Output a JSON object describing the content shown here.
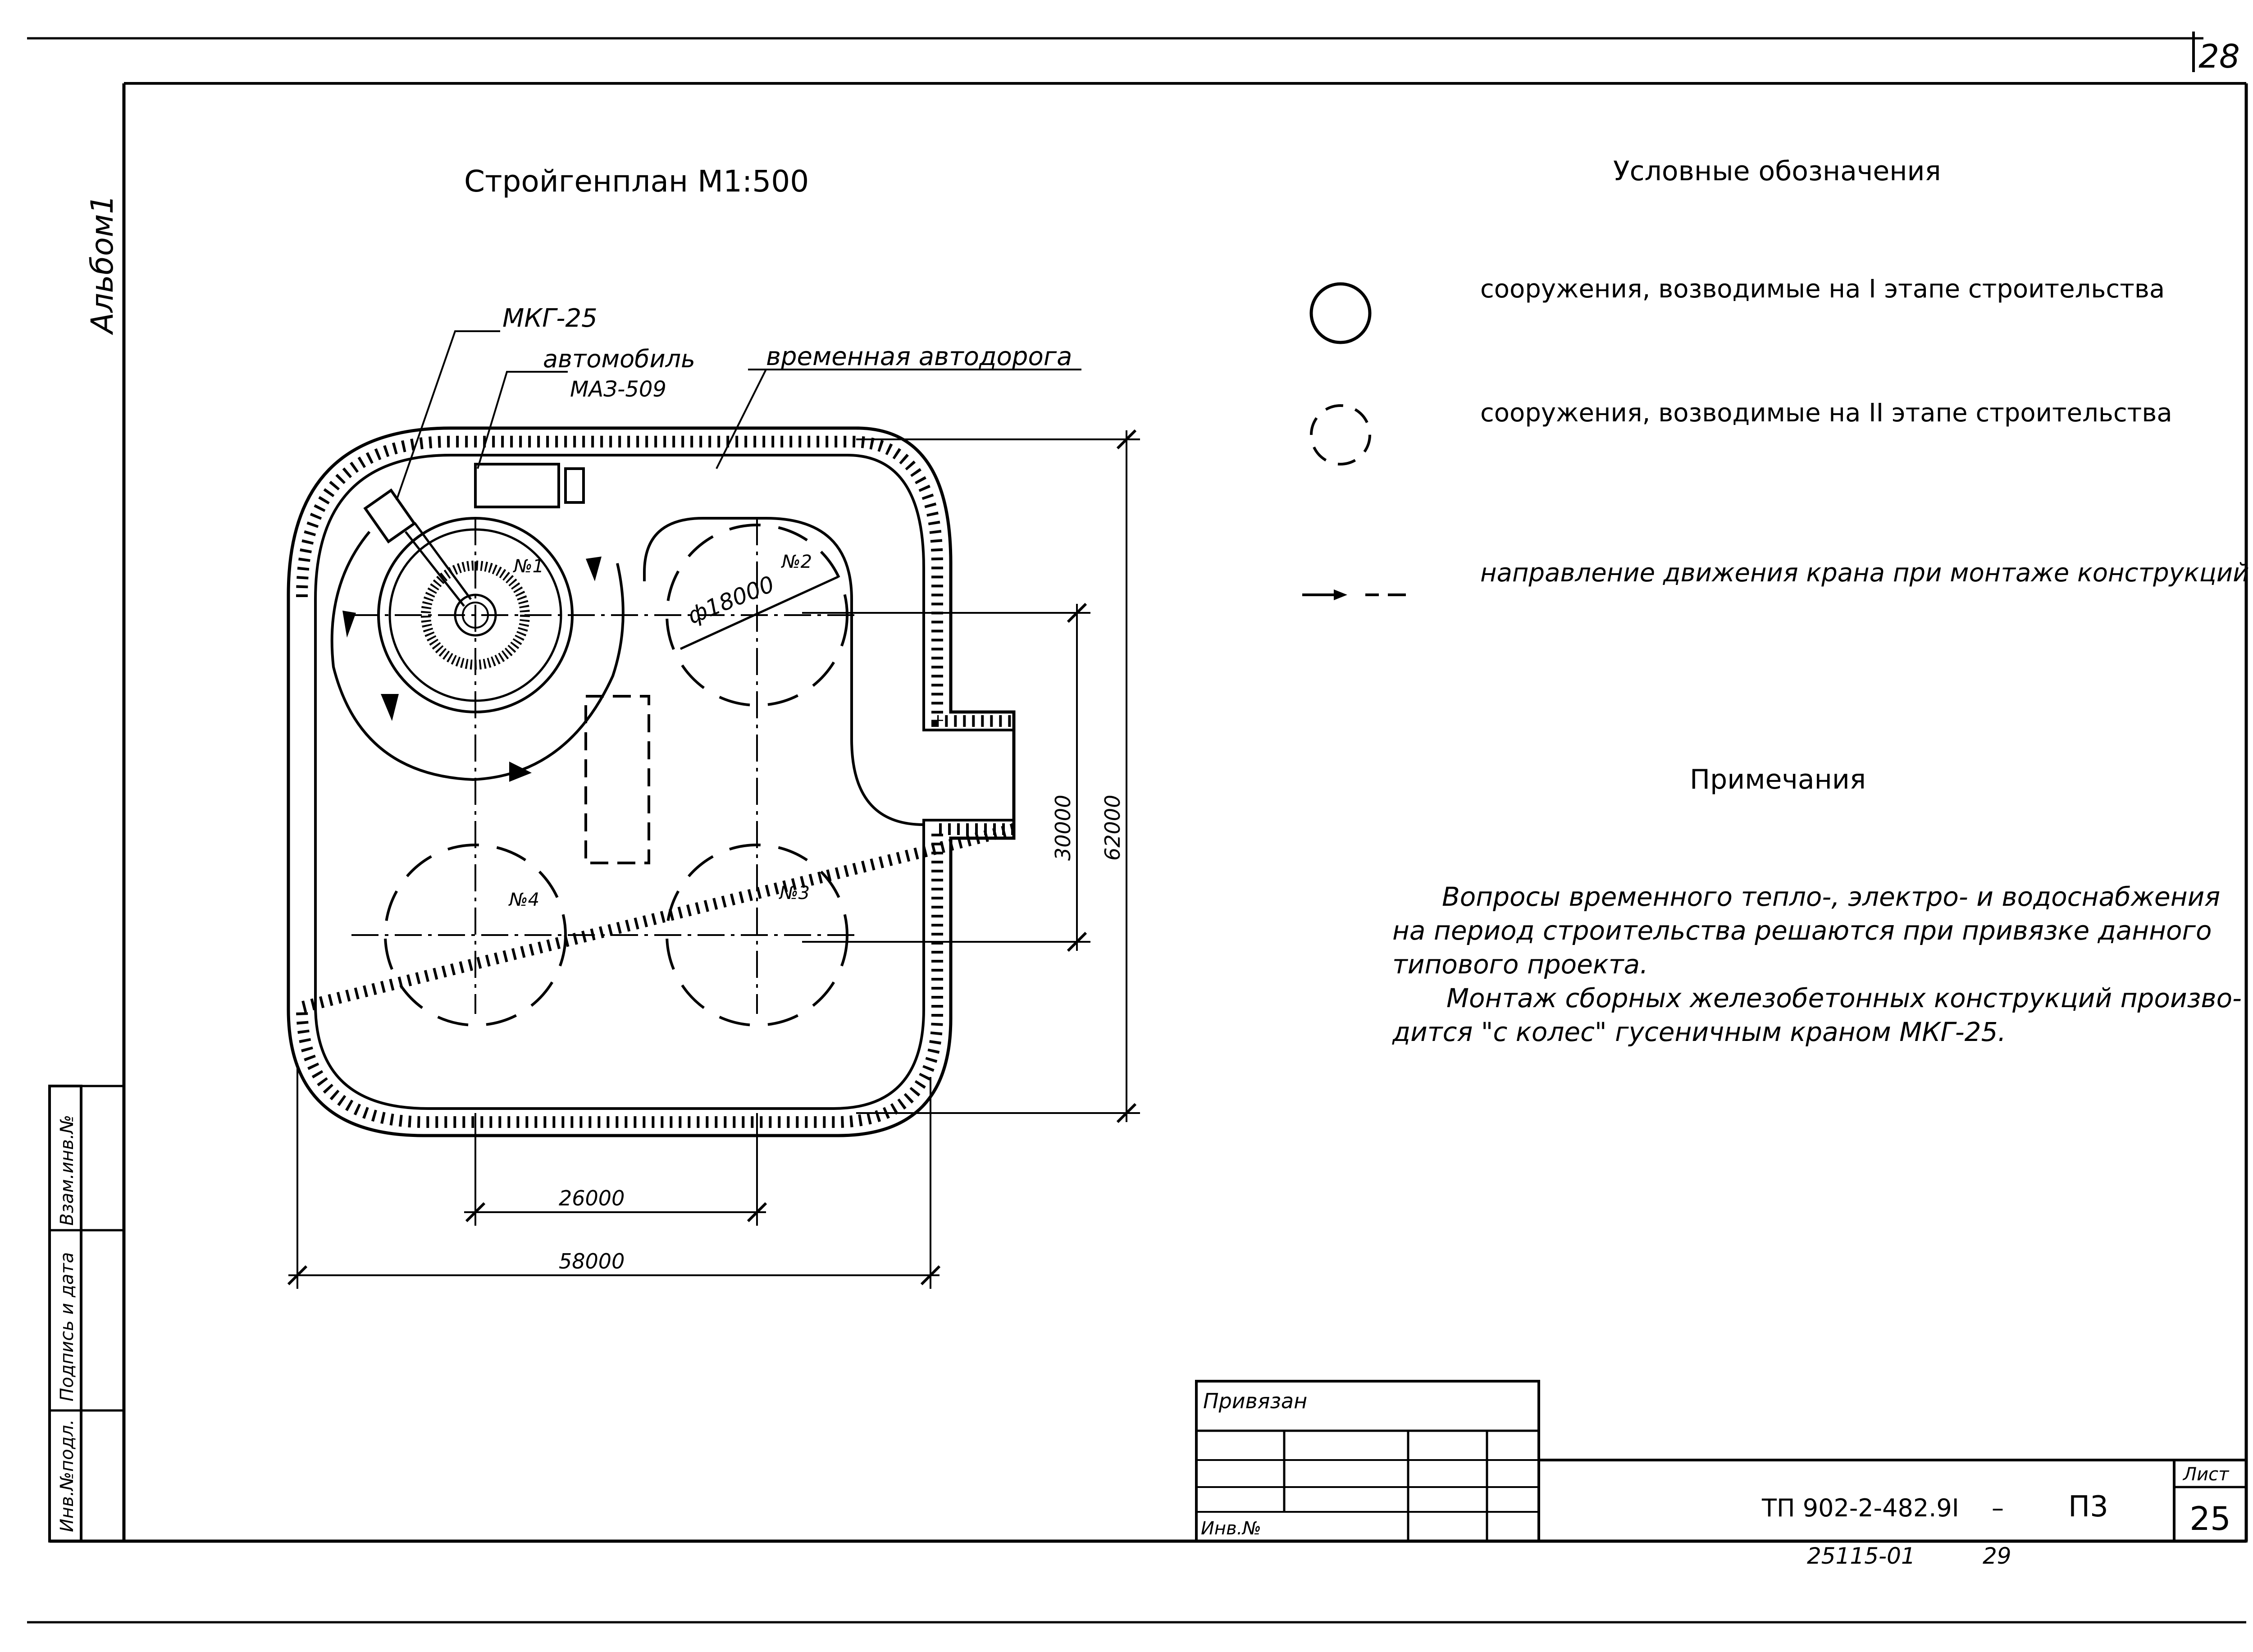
{
  "sheet": {
    "page_number": "28",
    "album_label": "Альбом1",
    "side_stamp": {
      "inv_replace": "Взам.инв.№",
      "sign_date": "Подпись и дата",
      "inv_orig": "Инв.№подл."
    }
  },
  "plan": {
    "title": "Стройгенплан М1:500",
    "crane_label": "МКГ-25",
    "truck_label": "автомобиль",
    "truck_model": "МАЗ-509",
    "road_label": "временная автодорога",
    "tanks": [
      "№1",
      "№2",
      "№3",
      "№4"
    ],
    "diameter_label": "ф18000",
    "dim_30000": "30000",
    "dim_62000": "62000",
    "dim_26000": "26000",
    "dim_58000": "58000"
  },
  "legend": {
    "title": "Условные обозначения",
    "items": [
      {
        "symbol": "solid-circle",
        "text": "сооружения, возводимые на I этапе строительства"
      },
      {
        "symbol": "dashed-circle",
        "text": "сооружения, возводимые на II этапе строительства"
      },
      {
        "symbol": "dashed-arrow",
        "text": "направление движения крана при монтаже конструкций"
      }
    ]
  },
  "notes": {
    "title": "Примечания",
    "lines": [
      "Вопросы временного тепло-, электро- и водоснабжения",
      "на период строительства решаются при привязке данного",
      "типового проекта.",
      "Монтаж сборных железобетонных конструкций произво-",
      "дится \"с колес\" гусеничным краном МКГ-25."
    ]
  },
  "title_block": {
    "bound_label": "Привязан",
    "inv_label": "Инв.№",
    "doc_code": "ТП 902-2-482.9I",
    "dash": "–",
    "section": "П3",
    "sheet_label": "Лист",
    "sheet_number": "25",
    "archive_code": "25115-01",
    "archive_number": "29"
  }
}
